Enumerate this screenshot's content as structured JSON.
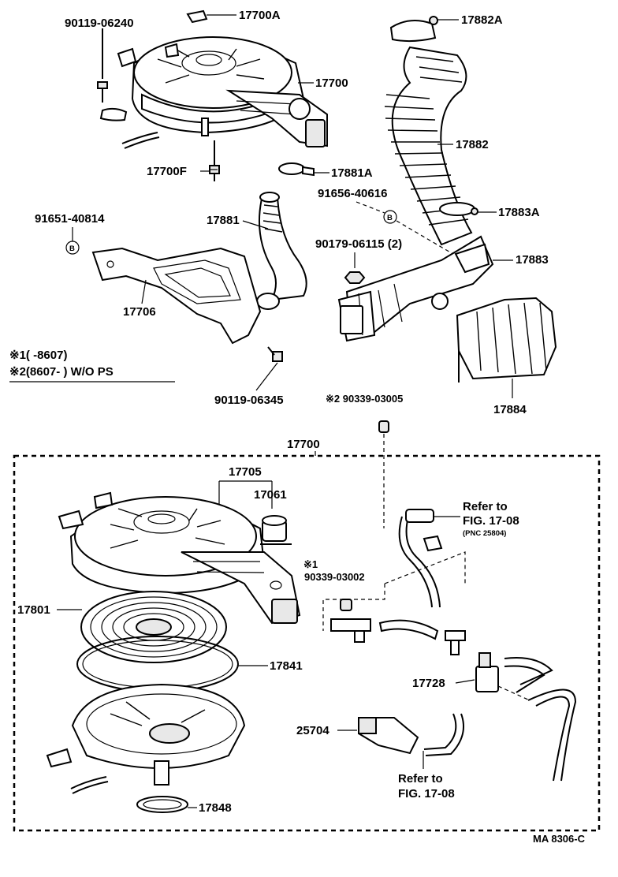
{
  "labels": {
    "p90119_06240": "90119-06240",
    "p17700A": "17700A",
    "p17700_top": "17700",
    "p17700F": "17700F",
    "p17881A": "17881A",
    "p17882A": "17882A",
    "p17882": "17882",
    "p91656_40616": "91656-40616",
    "p17883A": "17883A",
    "p90179_06115": "90179-06115 (2)",
    "p17883": "17883",
    "p91651_40814": "91651-40814",
    "p17881": "17881",
    "p17706": "17706",
    "p17884": "17884",
    "p90119_06345": "90119-06345",
    "p90339_03005": "※2 90339-03005",
    "p17700_box": "17700",
    "p17705": "17705",
    "p17061": "17061",
    "p90339_03002_mark": "※1",
    "p90339_03002": "90339-03002",
    "p17801": "17801",
    "p17841": "17841",
    "p17728": "17728",
    "p25704": "25704",
    "p17848": "17848"
  },
  "circle_marks": {
    "b_left": "B",
    "b_right": "B"
  },
  "notes": {
    "note1": "※1(      -8607)",
    "note2": "※2(8607-          ) W/O PS",
    "refer1_line1": "Refer to",
    "refer1_line2": "FIG. 17-08",
    "refer1_line3": "(PNC 25804)",
    "refer2_line1": "Refer to",
    "refer2_line2": "FIG. 17-08",
    "figure_code": "MA 8306-C"
  }
}
